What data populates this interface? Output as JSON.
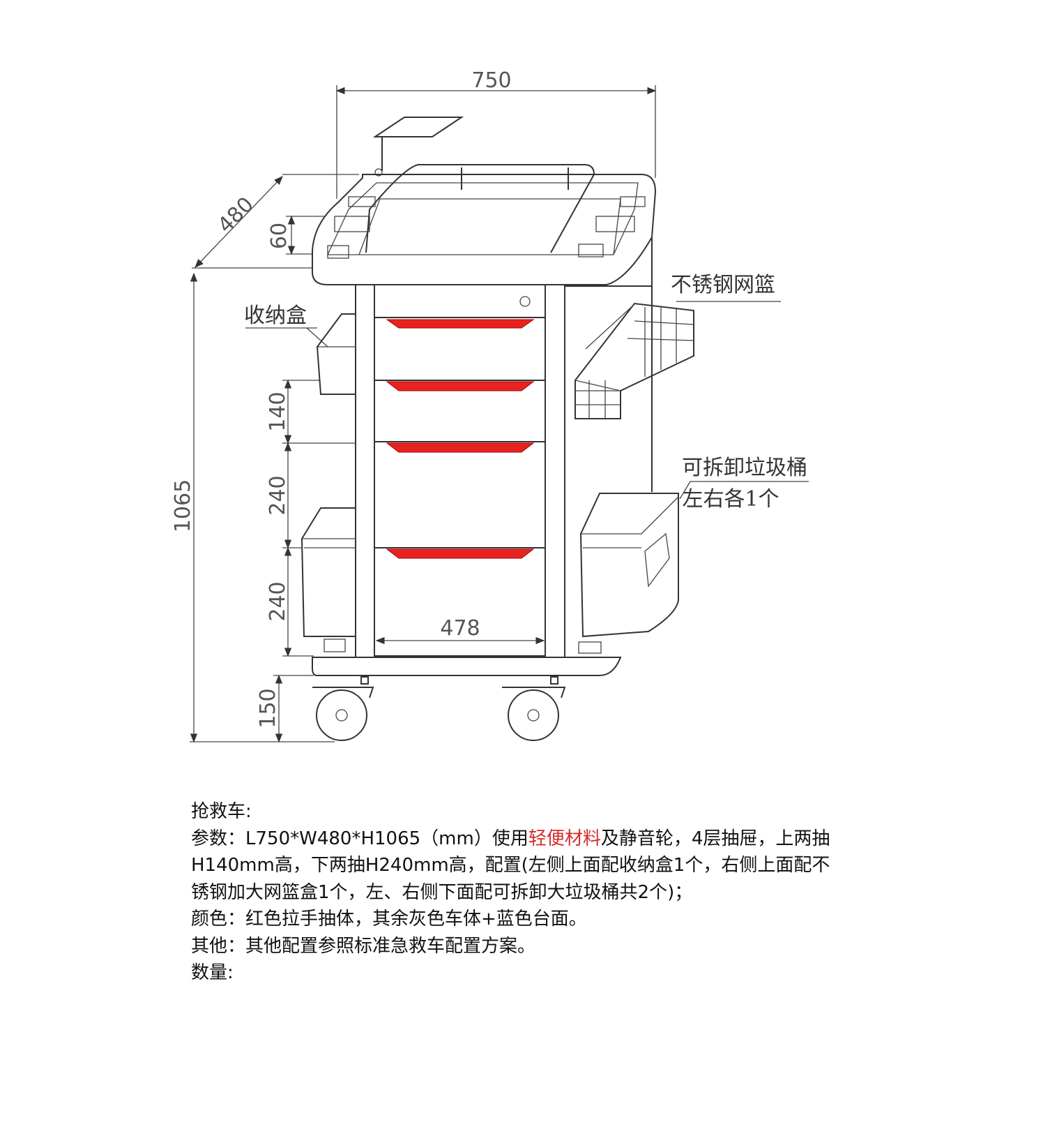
{
  "dimensions": {
    "length": "750",
    "width": "480",
    "top_tray_height": "60",
    "total_height": "1065",
    "drawer_upper": "140",
    "drawer_lower_1": "240",
    "drawer_lower_2": "240",
    "wheel_height": "150",
    "inner_width": "478"
  },
  "labels": {
    "storage_box": "收纳盒",
    "steel_basket": "不锈钢网篮",
    "trash_bin_line1": "可拆卸垃圾桶",
    "trash_bin_line2": "左右各1个"
  },
  "colors": {
    "drawer_handle": "#e8231f",
    "highlight_text": "#d42a2a"
  },
  "description": {
    "title": "抢救车:",
    "line1_a": "参数：L750*W480*H1065（mm）使用",
    "line1_highlight": "轻便材料",
    "line1_b": "及静音轮，4层抽屉，上两抽",
    "line2": "H140mm高，下两抽H240mm高，配置(左侧上面配收纳盒1个，右侧上面配不",
    "line3": "锈钢加大网篮盒1个，左、右侧下面配可拆卸大垃圾桶共2个)；",
    "line4": "颜色：红色拉手抽体，其余灰色车体+蓝色台面。",
    "line5": "其他：其他配置参照标准急救车配置方案。",
    "line6": "数量:"
  }
}
